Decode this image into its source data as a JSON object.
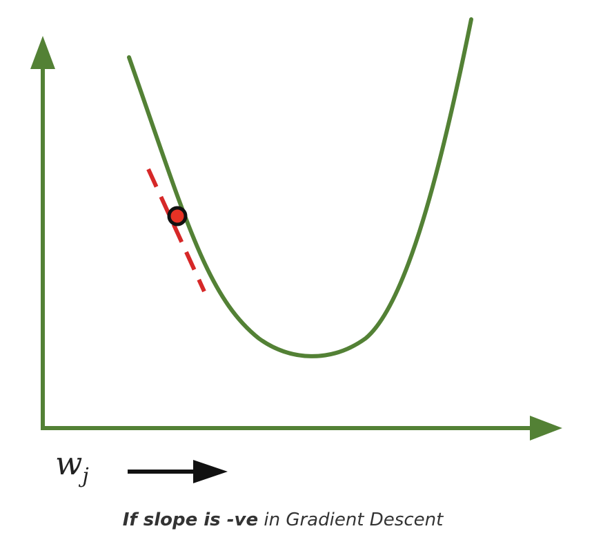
{
  "diagram": {
    "x_variable_base": "w",
    "x_variable_sub": "j",
    "caption_bold": "If slope is -ve",
    "caption_rest": " in Gradient Descent"
  },
  "colors": {
    "axis": "#538135",
    "curve": "#538135",
    "tangent": "#d62828",
    "point_fill": "#e63225",
    "point_stroke": "#111111",
    "arrow": "#111111"
  }
}
